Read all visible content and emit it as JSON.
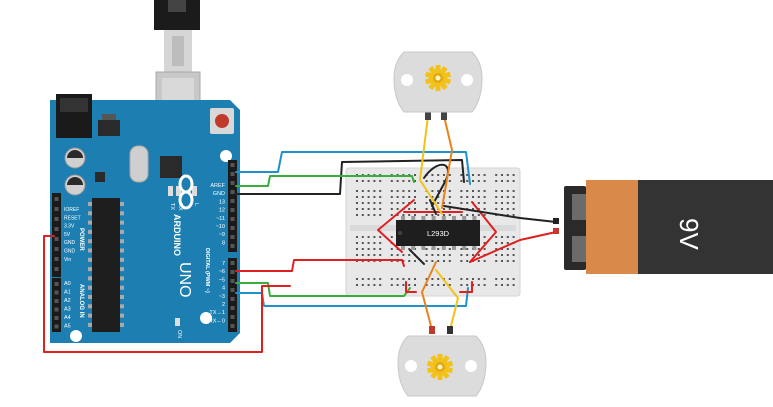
{
  "arduino": {
    "brand": "ARDUINO",
    "model": "UNO",
    "on_label": "ON",
    "power_label": "POWER",
    "analog_label": "ANALOG IN",
    "digital_label": "DIGITAL (PWM ~)",
    "tx_label": "TX",
    "rx_label": "RX",
    "l_label": "L",
    "power_pins": [
      "IOREF",
      "RESET",
      "3.3V",
      "5V",
      "GND",
      "GND",
      "Vin"
    ],
    "analog_pins": [
      "A0",
      "A1",
      "A2",
      "A3",
      "A4",
      "A5"
    ],
    "top_header_pins": [
      "AREF",
      "GND",
      "13",
      "12",
      "~11",
      "~10",
      "~9",
      "8"
    ],
    "bottom_header_pins": [
      "7",
      "~6",
      "~5",
      "4",
      "~3",
      "2",
      "TX→1",
      "RX←0"
    ]
  },
  "chip": {
    "label": "L293D"
  },
  "battery": {
    "label": "9V"
  },
  "colors": {
    "board": "#1d7fb1",
    "breadboard": "#ececec",
    "wire_red": "#e02020",
    "wire_blue": "#1f93c9",
    "wire_green": "#3aad3f",
    "wire_black": "#222222",
    "wire_yellow": "#f2c21b",
    "wire_orange": "#e8831c",
    "battery_copper": "#d9894a",
    "battery_body": "#333333",
    "motor_body": "#dcdcdc",
    "motor_gear": "#f2c21b"
  }
}
